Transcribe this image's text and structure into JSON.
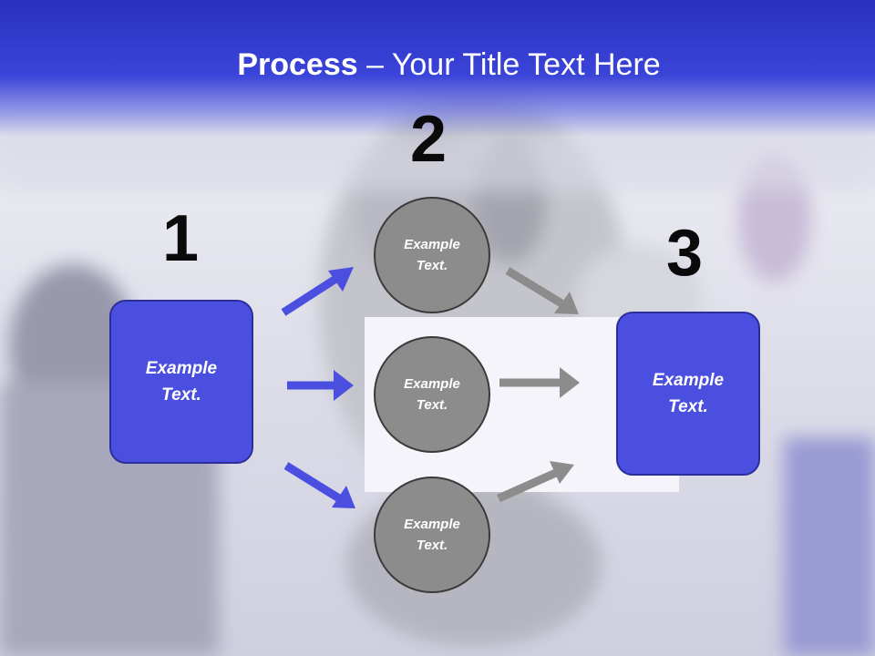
{
  "title": {
    "bold": "Process",
    "rest": " – Your Title Text Here"
  },
  "steps": [
    {
      "number": "1",
      "text": "Example Text."
    },
    {
      "number": "2",
      "circles": [
        "Example Text.",
        "Example Text.",
        "Example Text."
      ]
    },
    {
      "number": "3",
      "text": "Example Text."
    }
  ],
  "colors": {
    "header": "#2a31c0",
    "box": "#4b4fe0",
    "circle": "#8c8c8c",
    "arrow_blue": "#4b4fe0",
    "arrow_gray": "#8c8c8c"
  }
}
